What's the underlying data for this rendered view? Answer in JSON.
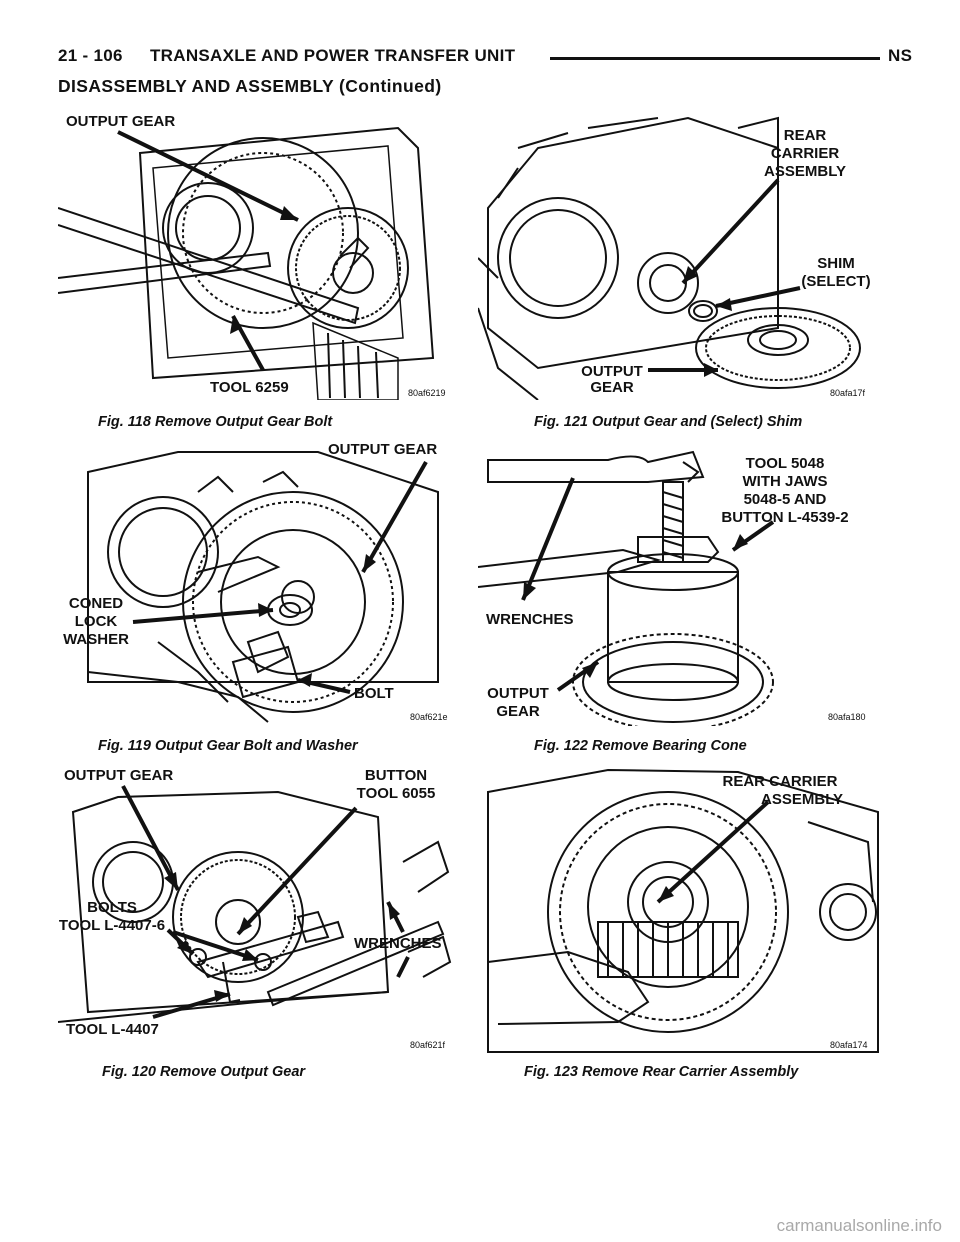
{
  "header": {
    "page_number": "21 - 106",
    "title": "TRANSAXLE AND POWER TRANSFER UNIT",
    "model": "NS"
  },
  "section_title": "DISASSEMBLY AND ASSEMBLY (Continued)",
  "figures": [
    {
      "caption": "Fig. 118 Remove Output Gear Bolt",
      "code": "80af6219",
      "labels": [
        "OUTPUT GEAR",
        "TOOL 6259"
      ]
    },
    {
      "caption": "Fig. 121 Output Gear and (Select) Shim",
      "code": "80afa17f",
      "labels": [
        "REAR",
        "CARRIER",
        "ASSEMBLY",
        "SHIM",
        "(SELECT)",
        "OUTPUT",
        "GEAR"
      ]
    },
    {
      "caption": "Fig. 119 Output Gear Bolt and Washer",
      "code": "80af621e",
      "labels": [
        "OUTPUT GEAR",
        "CONED",
        "LOCK",
        "WASHER",
        "BOLT"
      ]
    },
    {
      "caption": "Fig. 122 Remove Bearing Cone",
      "code": "80afa180",
      "labels": [
        "TOOL 5048",
        "WITH JAWS",
        "5048-5 AND",
        "BUTTON L-4539-2",
        "WRENCHES",
        "OUTPUT",
        "GEAR"
      ]
    },
    {
      "caption": "Fig. 120 Remove Output Gear",
      "code": "80af621f",
      "labels": [
        "OUTPUT GEAR",
        "BUTTON",
        "TOOL 6055",
        "BOLTS",
        "TOOL L-4407-6",
        "WRENCHES",
        "TOOL L-4407"
      ]
    },
    {
      "caption": "Fig. 123 Remove Rear Carrier Assembly",
      "code": "80afa174",
      "labels": [
        "REAR CARRIER",
        "ASSEMBLY"
      ]
    }
  ],
  "watermark": "carmanualsonline.info"
}
